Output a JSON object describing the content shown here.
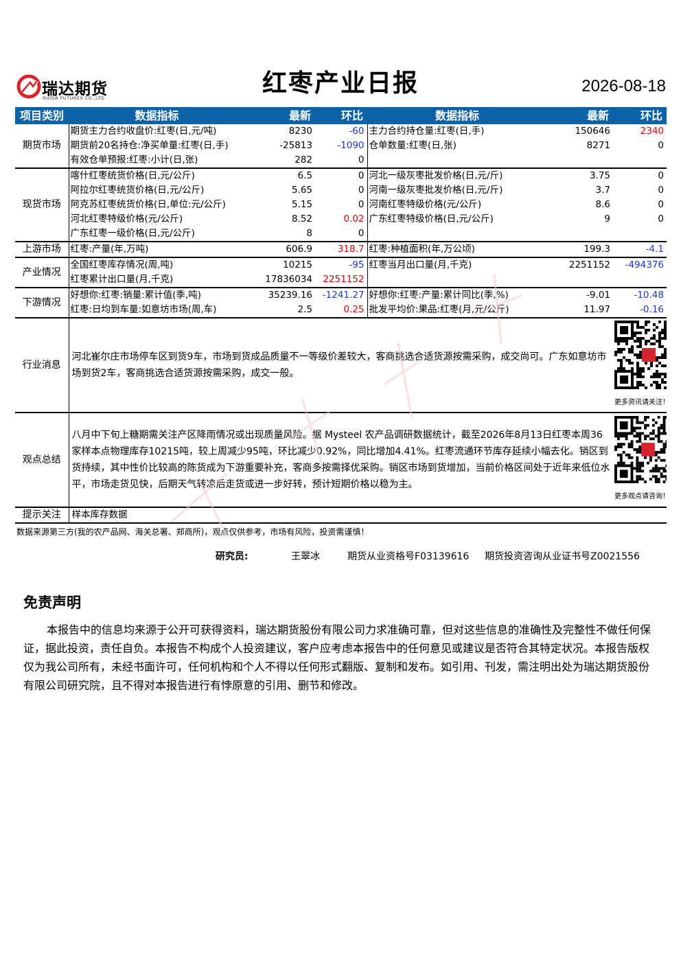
{
  "header": {
    "logo_cn": "瑞达期货",
    "logo_en": "RUIDA FUTURES CO.,LTD.",
    "title": "红枣产业日报",
    "date": "2026-08-18"
  },
  "table": {
    "headers": [
      "项目类别",
      "数据指标",
      "最新",
      "环比",
      "数据指标",
      "最新",
      "环比"
    ],
    "sections": [
      {
        "category": "期货市场",
        "rows": [
          {
            "l_name": "期货主力合约收盘价:红枣(日,元/吨)",
            "l_val": "8230",
            "l_chg": "-60",
            "l_col": "blue",
            "r_name": "主力合约持仓量:红枣(日,手)",
            "r_val": "150646",
            "r_chg": "2340",
            "r_col": "red"
          },
          {
            "l_name": "期货前20名持仓:净买单量:红枣(日,手)",
            "l_val": "-25813",
            "l_chg": "-1090",
            "l_col": "blue",
            "r_name": "仓单数量:红枣(日,张)",
            "r_val": "8271",
            "r_chg": "0",
            "r_col": ""
          },
          {
            "l_name": "有效仓单预报:红枣:小计(日,张)",
            "l_val": "282",
            "l_chg": "0",
            "l_col": "",
            "r_name": "",
            "r_val": "",
            "r_chg": "",
            "r_col": ""
          }
        ]
      },
      {
        "category": "现货市场",
        "rows": [
          {
            "l_name": "喀什红枣统货价格(日,元/公斤)",
            "l_val": "6.5",
            "l_chg": "0",
            "l_col": "",
            "r_name": "河北一级灰枣批发价格(日,元/斤)",
            "r_val": "3.75",
            "r_chg": "0",
            "r_col": ""
          },
          {
            "l_name": "阿拉尔红枣统货价格(日,元/公斤)",
            "l_val": "5.65",
            "l_chg": "0",
            "l_col": "",
            "r_name": "河南一级灰枣批发价格(日,元/斤)",
            "r_val": "3.7",
            "r_chg": "0",
            "r_col": ""
          },
          {
            "l_name": "阿克苏红枣统货价格(日,单位:元/公斤)",
            "l_val": "5.15",
            "l_chg": "0",
            "l_col": "",
            "r_name": "河南红枣特级价格(元/公斤)",
            "r_val": "8.6",
            "r_chg": "0",
            "r_col": ""
          },
          {
            "l_name": "河北红枣特级价格(元/公斤)",
            "l_val": "8.52",
            "l_chg": "0.02",
            "l_col": "red",
            "r_name": "广东红枣特级价格(日,元/公斤)",
            "r_val": "9",
            "r_chg": "0",
            "r_col": ""
          },
          {
            "l_name": "广东红枣一级价格(日,元/公斤)",
            "l_val": "8",
            "l_chg": "0",
            "l_col": "",
            "r_name": "",
            "r_val": "",
            "r_chg": "",
            "r_col": ""
          }
        ]
      },
      {
        "category": "上游市场",
        "rows": [
          {
            "l_name": "红枣:产量(年,万吨)",
            "l_val": "606.9",
            "l_chg": "318.7",
            "l_col": "red",
            "r_name": "红枣:种植面积(年,万公顷)",
            "r_val": "199.3",
            "r_chg": "-4.1",
            "r_col": "blue"
          }
        ]
      },
      {
        "category": "产业情况",
        "rows": [
          {
            "l_name": "全国红枣库存情况(周,吨)",
            "l_val": "10215",
            "l_chg": "-95",
            "l_col": "blue",
            "r_name": "红枣当月出口量(月,千克)",
            "r_val": "2251152",
            "r_chg": "-494376",
            "r_col": "blue"
          },
          {
            "l_name": "红枣累计出口量(月,千克)",
            "l_val": "17836034",
            "l_chg": "2251152",
            "l_col": "red",
            "r_name": "",
            "r_val": "",
            "r_chg": "",
            "r_col": ""
          }
        ]
      },
      {
        "category": "下游情况",
        "rows": [
          {
            "l_name": "好想你:红枣:销量:累计值(季,吨)",
            "l_val": "35239.16",
            "l_chg": "-1241.27",
            "l_col": "blue",
            "r_name": "好想你:红枣:产量:累计同比(季,%)",
            "r_val": "-9.01",
            "r_chg": "-10.48",
            "r_col": "blue"
          },
          {
            "l_name": "红枣:日均到车量:如意坊市场(周,车)",
            "l_val": "2.5",
            "l_chg": "0.25",
            "l_col": "red",
            "r_name": "批发平均价:果品:红枣(月,元/公斤)",
            "r_val": "11.97",
            "r_chg": "-0.16",
            "r_col": "blue"
          }
        ]
      }
    ],
    "news_label": "行业消息",
    "news_text": "河北崔尔庄市场停车区到货9车，市场到货成品质量不一等级价差较大，客商挑选合适货源按需采购，成交尚可。广东如意坊市场到货2车，客商挑选合适货源按需采购，成交一般。",
    "news_qr_caption": "更多资讯请关注！",
    "view_label": "观点总结",
    "view_text": "八月中下旬上糖期需关注产区降雨情况或出现质量风险。据 Mysteel 农产品调研数据统计，截至2026年8月13日红枣本周36家样本点物理库存10215吨，较上周减少95吨，环比减少0.92%，同比增加4.41%。红枣流通环节库存延续小幅去化。销区到货持续，其中性价比较高的陈货成为下游重要补充，客商多按需择优采购。销区市场到货增加，当前价格区间处于近年来低位水平，市场走货见快，后期天气转凉后走货或进一步好转，预计短期价格以稳为主。",
    "view_qr_caption": "更多观点请咨询！",
    "tips_label": "提示关注",
    "tips_text": "样本库存数据"
  },
  "footnote": "数据来源第三方(我的农产品网、海关总署、郑商所)，观点仅供参考，市场有风险，投资需谨慎！",
  "researcher": {
    "label": "研究员:",
    "name": "王翠冰",
    "cert1": "期货从业资格号F03139616",
    "cert2": "期货投资咨询从业证书号Z0021556"
  },
  "disclaimer": {
    "title": "免责声明",
    "body": "本报告中的信息均来源于公开可获得资料，瑞达期货股份有限公司力求准确可靠，但对这些信息的准确性及完整性不做任何保证，据此投资，责任自负。本报告不构成个人投资建议，客户应考虑本报告中的任何意见或建议是否符合其特定状况。本报告版权仅为我公司所有，未经书面许可，任何机构和个人不得以任何形式翻版、复制和发布。如引用、刊发，需注明出处为瑞达期货股份有限公司研究院，且不得对本报告进行有悖原意的引用、删节和修改。"
  },
  "colors": {
    "header_bg": "#0d63a8",
    "up": "#e00000",
    "down": "#1b35d6",
    "logo": "#d9232d"
  }
}
